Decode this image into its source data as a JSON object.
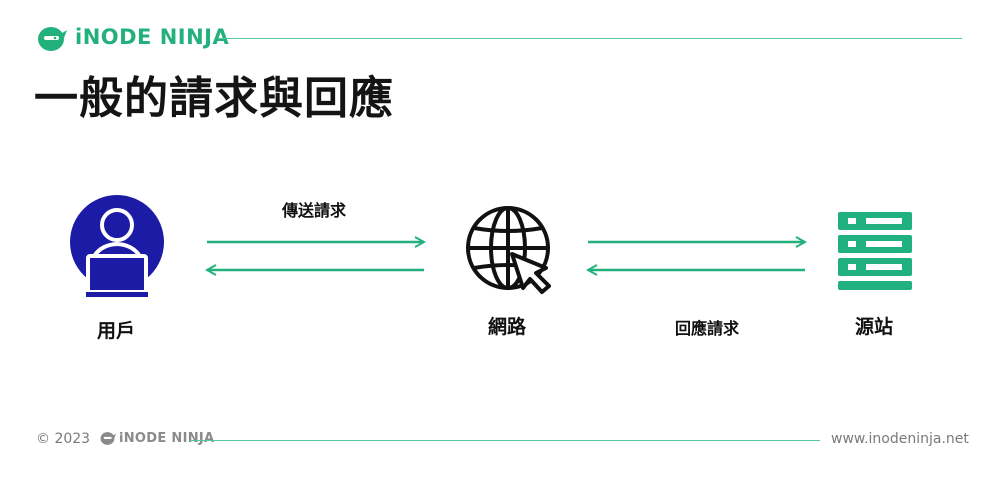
{
  "header": {
    "brand": "iNODE NINJA",
    "title": "一般的請求與回應"
  },
  "diagram": {
    "nodes": [
      {
        "label": "用戶",
        "icon": "user-laptop-icon"
      },
      {
        "label": "網路",
        "icon": "globe-cursor-icon"
      },
      {
        "label": "源站",
        "icon": "server-rack-icon"
      }
    ],
    "edges": [
      {
        "label": "傳送請求"
      },
      {
        "label": "回應請求"
      }
    ]
  },
  "footer": {
    "copyright": "© 2023",
    "brand": "iNODE NINJA",
    "url": "www.inodeninja.net"
  },
  "colors": {
    "accent": "#22b07d",
    "user_icon": "#1c1ba6",
    "server_icon": "#21b07f",
    "text": "#111111"
  }
}
